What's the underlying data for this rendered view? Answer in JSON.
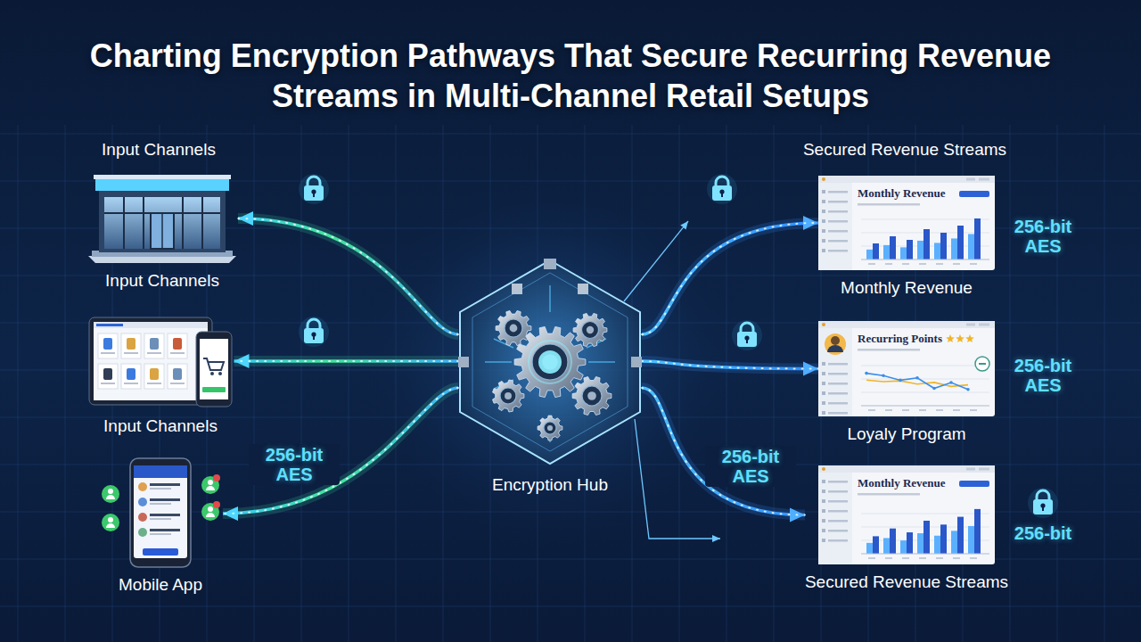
{
  "diagram": {
    "title": "Charting Encryption Pathways That Secure Recurring Revenue Streams in Multi-Channel Retail Setups",
    "nodes": [
      {
        "text": [
          "Input Channels"
        ]
      },
      {
        "text": [
          "Input Channels"
        ]
      },
      {
        "text": [
          "Mobile App"
        ]
      },
      {
        "text": [
          "Encryption Hub"
        ]
      },
      {
        "text": [
          "Monthly Revenue",
          "Monthly Revenue"
        ]
      },
      {
        "text": [
          "Recurring Points",
          "Loyaly Program"
        ]
      },
      {
        "text": [
          "Monthly Revenue",
          "Secured Revenue Streams"
        ]
      }
    ],
    "edges": [
      {
        "from": 3,
        "to": 0,
        "arrow": "to"
      },
      {
        "from": 3,
        "to": 1,
        "arrow": "to"
      },
      {
        "from": 3,
        "to": 2,
        "arrow": "to",
        "label": "256-bit AES"
      },
      {
        "from": 3,
        "to": 4,
        "arrow": "to"
      },
      {
        "from": 3,
        "to": 5,
        "arrow": "to"
      },
      {
        "from": 3,
        "to": 6,
        "arrow": "to",
        "label": "256-bit AES"
      }
    ],
    "labels": [
      "Input Channels",
      "Secured Revenue Streams",
      "256-bit AES",
      "256-bit AES",
      "256-bit"
    ]
  }
}
